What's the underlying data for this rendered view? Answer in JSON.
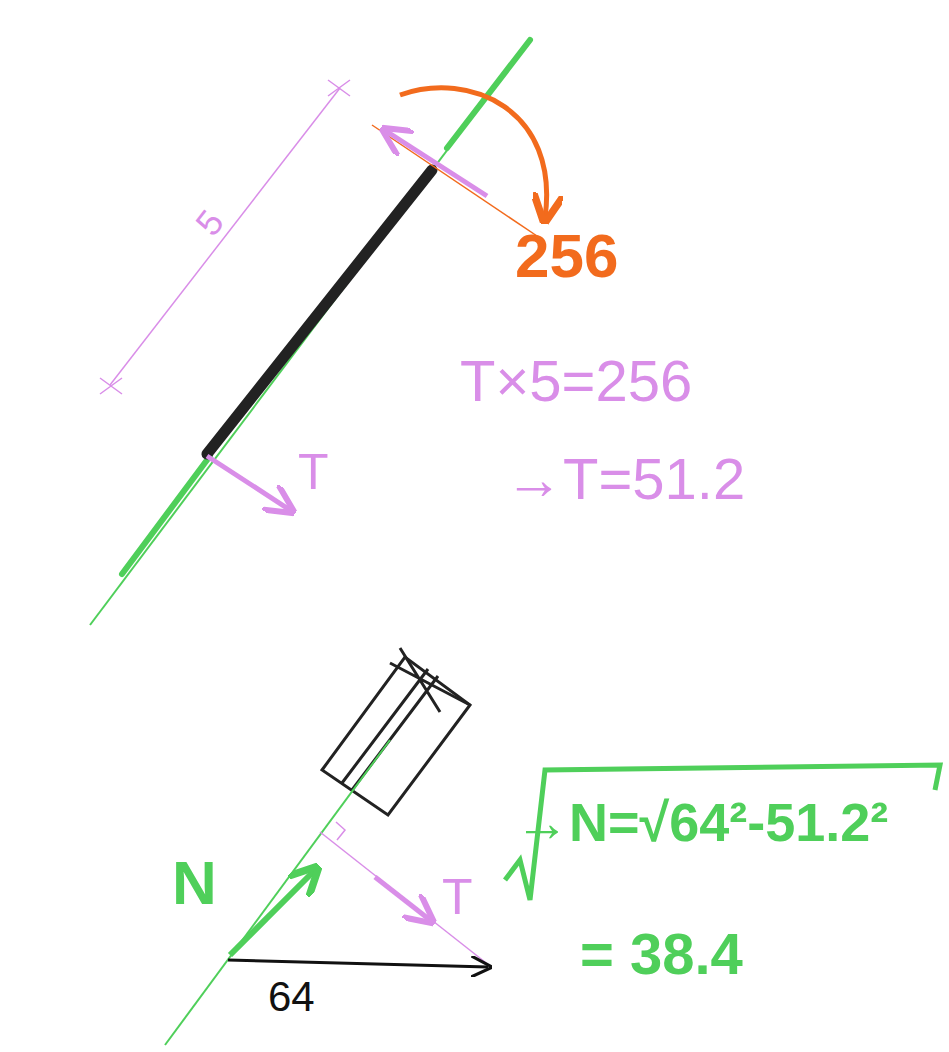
{
  "diagram": {
    "labels": [
      "5",
      "256",
      "T×5=256",
      "→T=51.2",
      "T",
      "T",
      "N",
      "64",
      "→N=√64²-51.2²",
      "= 38.4"
    ]
  }
}
